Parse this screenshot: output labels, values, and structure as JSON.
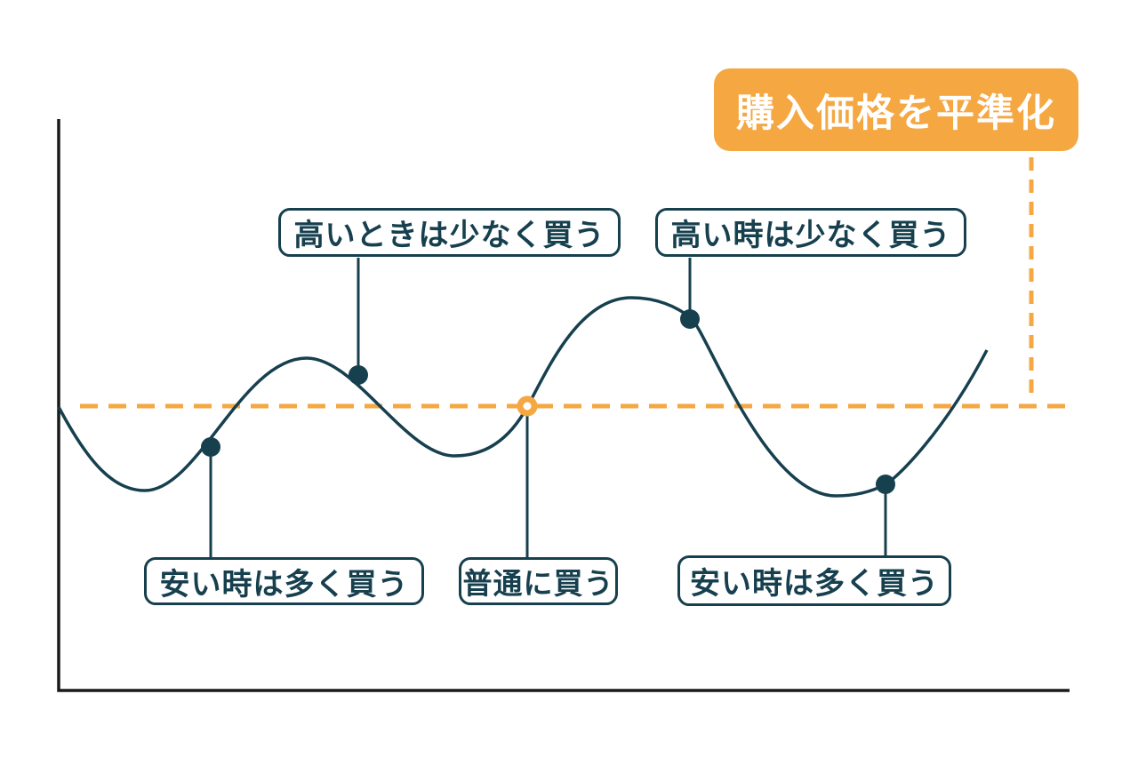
{
  "badge": {
    "label": "購入価格を平準化"
  },
  "callouts": [
    {
      "label": "高いときは少なく買う",
      "position": "top"
    },
    {
      "label": "高い時は少なく買う",
      "position": "top"
    },
    {
      "label": "安い時は多く買う",
      "position": "bottom"
    },
    {
      "label": "普通に買う",
      "position": "bottom"
    },
    {
      "label": "安い時は多く買う",
      "position": "bottom"
    }
  ],
  "figure": {
    "type": "concept-price-wave-diagram",
    "has_average_dashed_line": true,
    "solid_marker_count": 4,
    "ring_marker_count": 1
  },
  "colors": {
    "accent_orange": "#F5A742",
    "line_teal": "#17404F",
    "axis_black": "#1A1A1A",
    "background": "#FFFFFF"
  }
}
